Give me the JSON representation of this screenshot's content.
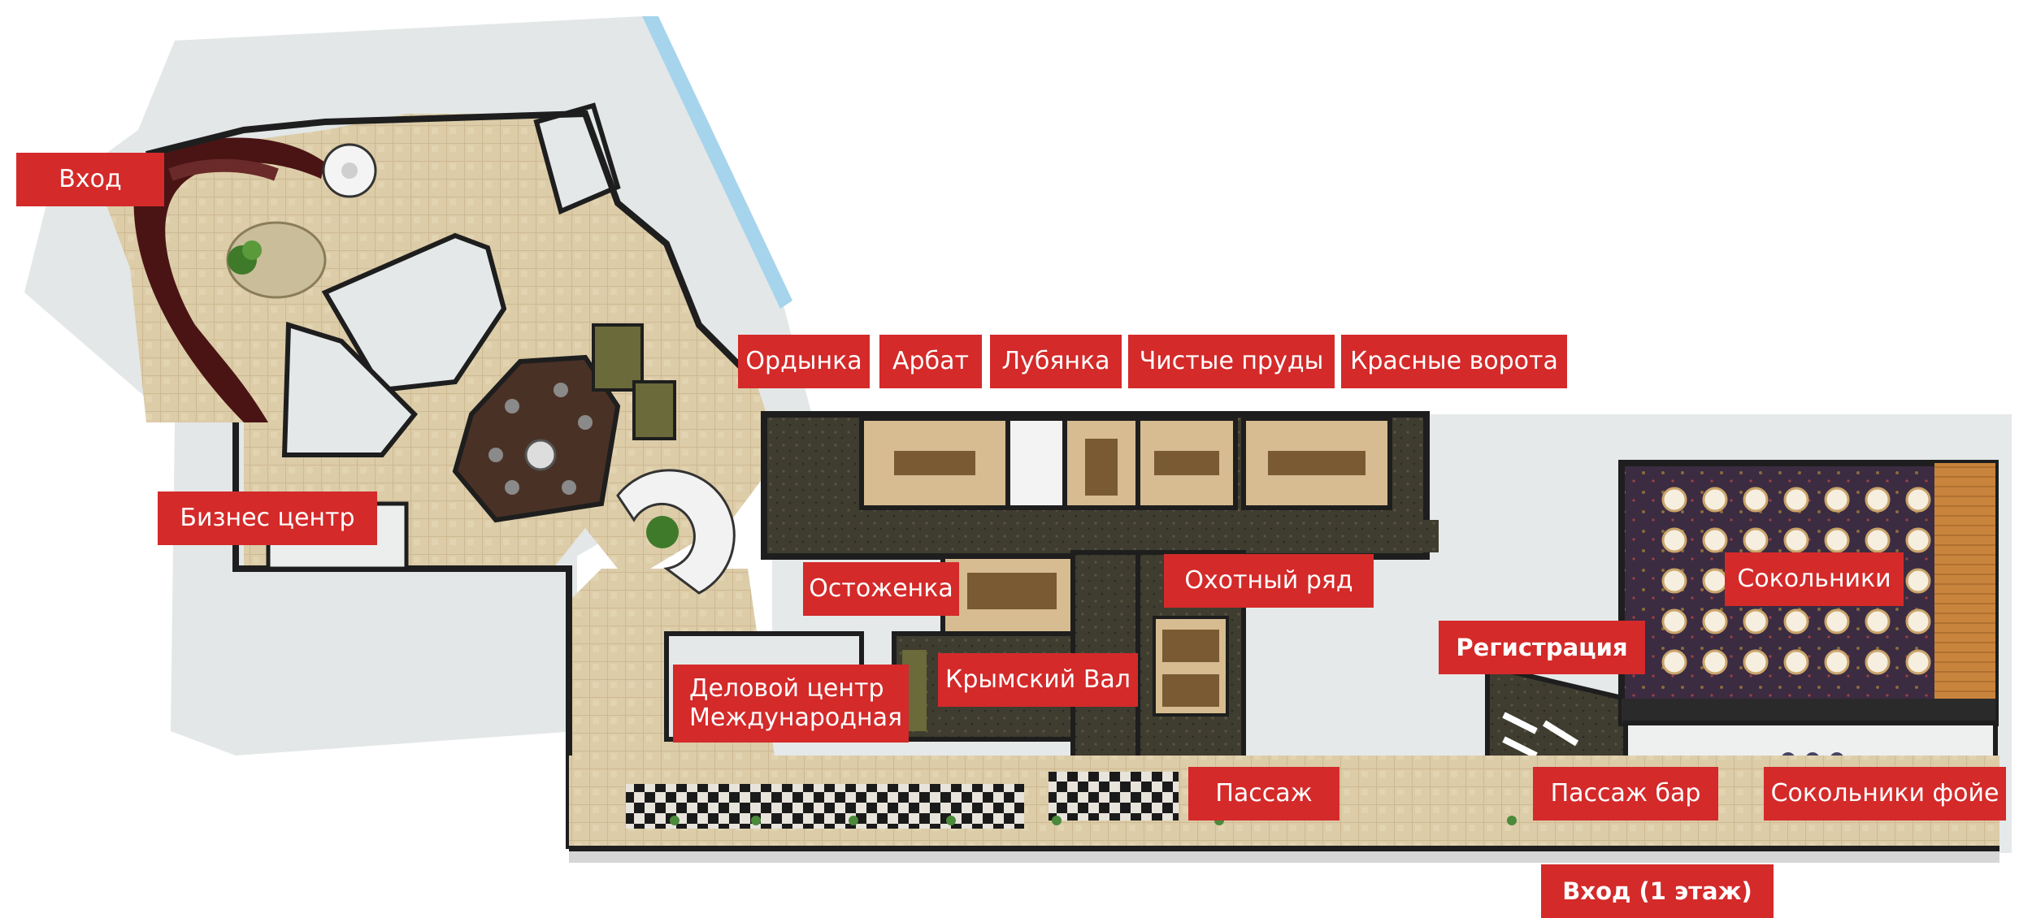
{
  "labels": {
    "vhod": "Вход",
    "biznes_centr": "Бизнес центр",
    "ordynka": "Ордынка",
    "arbat": "Арбат",
    "lubyanka": "Лубянка",
    "chistye_prudy": "Чистые пруды",
    "krasnye_vorota": "Красные ворота",
    "ostozhenka": "Остоженка",
    "okhotny_ryad": "Охотный ряд",
    "sokolniki": "Сокольники",
    "registraciya": "Регистрация",
    "krymsky_val": "Крымский Вал",
    "delovoy_centr_1": "Деловой центр",
    "delovoy_centr_2": "Международная",
    "passazh": "Пассаж",
    "passazh_bar": "Пассаж бар",
    "sokolniki_foye": "Сокольники фойе",
    "vhod_1_etazh": "Вход (1 этаж)"
  },
  "colors": {
    "label_bg": "#d42a2a",
    "label_text": "#ffffff",
    "floor_tile": "#d8c8a4",
    "wall": "#1e1e1e",
    "exterior": "#e2e6e6",
    "carpet_dark": "#3d3a30",
    "hall_carpet": "#3a2a40"
  }
}
